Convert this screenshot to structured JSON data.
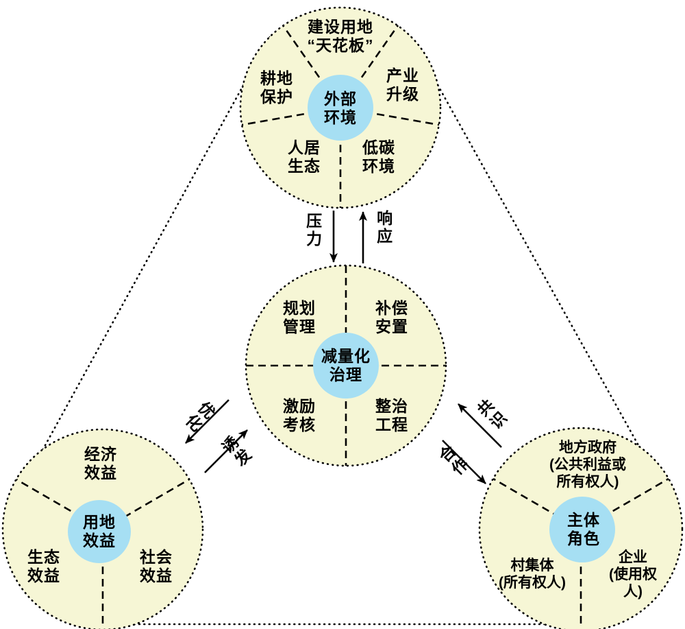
{
  "diagram": {
    "colors": {
      "circle_fill": "#f6f6d5",
      "hub_fill": "#a6dff3",
      "line": "#000000"
    },
    "external": {
      "hub": "外部\n环境",
      "sectors": {
        "top": "建设用地\n“天花板”",
        "left": "耕地\n保护",
        "right": "产业\n升级",
        "bottom_left": "人居\n生态",
        "bottom_right": "低碳\n环境"
      }
    },
    "governance": {
      "hub": "减量化\n治理",
      "sectors": {
        "top_left": "规划\n管理",
        "top_right": "补偿\n安置",
        "bottom_left": "激励\n考核",
        "bottom_right": "整治\n工程"
      }
    },
    "benefit": {
      "hub": "用地\n效益",
      "sectors": {
        "top": "经济\n效益",
        "bottom_left": "生态\n效益",
        "bottom_right": "社会\n效益"
      }
    },
    "roles": {
      "hub": "主体\n角色",
      "sectors": {
        "top": "地方政府\n(公共利益或\n所有权人)",
        "bottom_left": "村集体\n(所有权人)",
        "bottom_right": "企业\n(使用权人)"
      }
    },
    "relations": {
      "pressure": "压力",
      "response": "响应",
      "optimize": "优化",
      "induce": "诱发",
      "consensus": "共识",
      "cooperate": "合作"
    }
  }
}
